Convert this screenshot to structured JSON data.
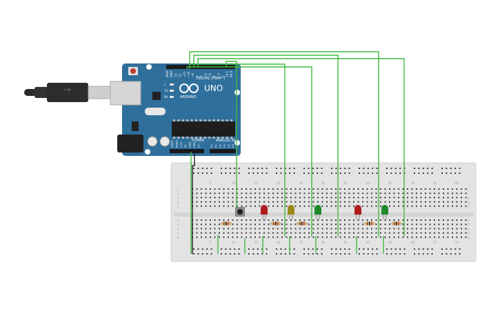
{
  "board": {
    "logo_text": "UNO",
    "brand_text": "ARDUINO",
    "digital_label": "DIGITAL (PWM~)",
    "power_label": "POWER",
    "analog_label": "ANALOG IN",
    "top_pins": [
      "AREF",
      "GND",
      "13",
      "12",
      "~11",
      "~10",
      "~9",
      "8",
      "7",
      "~6",
      "~5",
      "4",
      "~3",
      "2",
      "TX 1",
      "RX 0"
    ],
    "power_pins": [
      "IOREF",
      "RESET",
      "3.3V",
      "5V",
      "GND",
      "GND",
      "Vin"
    ],
    "analog_pins": [
      "A0",
      "A1",
      "A2",
      "A3",
      "A4",
      "A5"
    ],
    "led_labels": [
      "L",
      "TX",
      "RX"
    ]
  },
  "breadboard": {
    "column_numbers": [
      "1",
      "5",
      "10",
      "15",
      "20",
      "25",
      "30",
      "35",
      "40",
      "45",
      "50",
      "55",
      "60"
    ],
    "row_letters_top": [
      "j",
      "i",
      "h",
      "g",
      "f"
    ],
    "row_letters_bottom": [
      "e",
      "d",
      "c",
      "b",
      "a"
    ]
  },
  "leds": [
    {
      "color": "red"
    },
    {
      "color": "yellow"
    },
    {
      "color": "green"
    },
    {
      "color": "red"
    },
    {
      "color": "green"
    }
  ],
  "colors": {
    "board_blue": "#2f6f9c",
    "wire_green": "#3fb83f",
    "wire_black": "#222222",
    "breadboard": "#e3e3e3",
    "led_red": "#b01c1c",
    "led_yellow": "#9a8a1a",
    "led_green": "#1f8a2a"
  }
}
